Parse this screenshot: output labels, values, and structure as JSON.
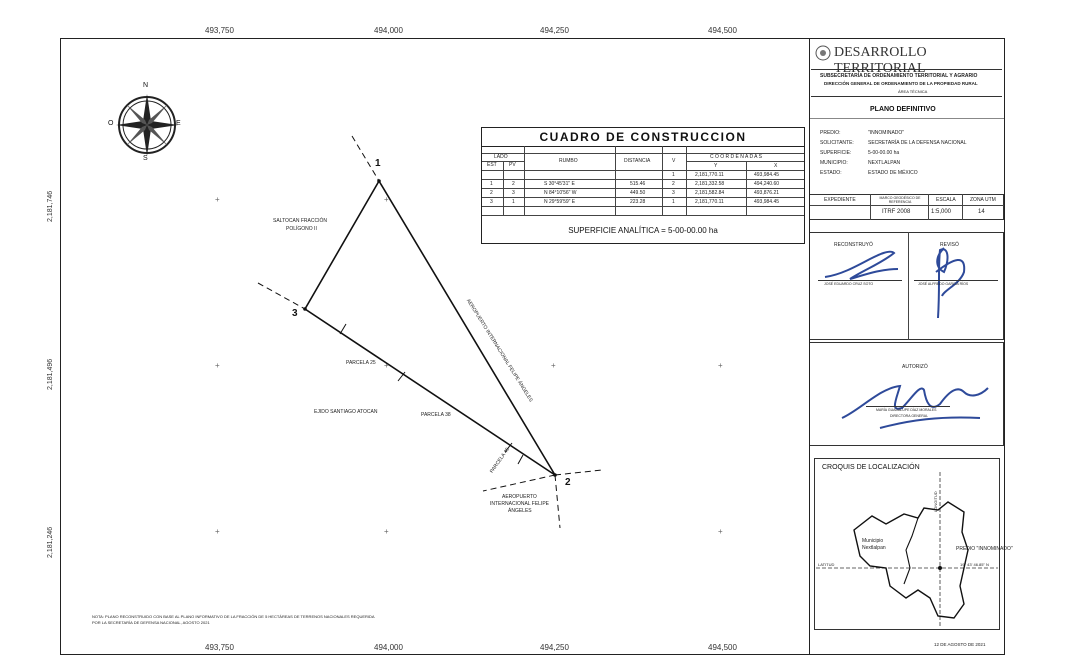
{
  "x_ticks_top": [
    "493,750",
    "494,000",
    "494,250",
    "494,500"
  ],
  "x_ticks_bottom": [
    "493,750",
    "494,000",
    "494,250",
    "494,500"
  ],
  "y_ticks": [
    "2,181,746",
    "2,181,496",
    "2,181,246"
  ],
  "compass": {
    "n": "N",
    "s": "S",
    "e": "E",
    "o": "O"
  },
  "vertices": {
    "v1": "1",
    "v2": "2",
    "v3": "3"
  },
  "map_labels": {
    "saltocan": "SALTOCAN FRACCIÓN",
    "poligono": "POLÍGONO II",
    "parcela25": "PARCELA 25",
    "ejido": "EJIDO SANTIAGO ATOCAN",
    "parcela38": "PARCELA 38",
    "parcela45": "PARCELA 45",
    "aero_diag": "AEROPUERTO INTERNACIONAL FELIPE ÁNGELES",
    "aero1": "AEROPUERTO",
    "aero2": "INTERNACIONAL FELIPE",
    "aero3": "ÁNGELES"
  },
  "table": {
    "title": "CUADRO DE CONSTRUCCION",
    "h_lado": "LADO",
    "h_est": "EST",
    "h_pv": "PV",
    "h_rumbo": "RUMBO",
    "h_distancia": "DISTANCIA",
    "h_v": "V",
    "h_coord": "C O O R D E N A D A S",
    "h_y": "Y",
    "h_x": "X",
    "first": {
      "v": "1",
      "y": "2,181,770.11",
      "x": "493,984.45"
    },
    "rows": [
      {
        "est": "1",
        "pv": "2",
        "rumbo": "S 30°45'31\" E",
        "dist": "515.46",
        "v": "2",
        "y": "2,181,332.58",
        "x": "494,240.60"
      },
      {
        "est": "2",
        "pv": "3",
        "rumbo": "N 84°10'56\" W",
        "dist": "449.50",
        "v": "3",
        "y": "2,181,582.84",
        "x": "493,876.21"
      },
      {
        "est": "3",
        "pv": "1",
        "rumbo": "N 29°59'59\" E",
        "dist": "223.28",
        "v": "1",
        "y": "2,181,770.11",
        "x": "493,984.45"
      }
    ],
    "superficie": "SUPERFICIE ANALÍTICA = 5-00-00.00 ha"
  },
  "side": {
    "logo": "DESARROLLO TERRITORIAL",
    "sub1": "SUBSECRETARÍA DE ORDENAMIENTO TERRITORIAL Y AGRARIO",
    "sub2": "DIRECCIÓN GENERAL DE ORDENAMIENTO DE LA PROPIEDAD RURAL",
    "sub3": "ÁREA TÉCNICA",
    "plano": "PLANO DEFINITIVO",
    "info": [
      {
        "k": "PREDIO:",
        "v": "\"INNOMINADO\""
      },
      {
        "k": "SOLICITANTE:",
        "v": "SECRETARÍA DE LA DEFENSA NACIONAL"
      },
      {
        "k": "SUPERFICIE:",
        "v": "5-00-00.00 ha"
      },
      {
        "k": "MUNICIPIO:",
        "v": "NEXTLALPAN"
      },
      {
        "k": "ESTADO:",
        "v": "ESTADO DE MÉXICO"
      }
    ],
    "meta_h": [
      "EXPEDIENTE",
      "MARCO GEODÉSICO DE REFERENCIA",
      "ESCALA",
      "ZONA UTM"
    ],
    "meta_v": [
      "",
      "ITRF 2008",
      "1:5,000",
      "14"
    ],
    "reconstruyo": "RECONSTRUYÓ",
    "reviso": "REVISÓ",
    "recon_name": "JOSÉ EDUARDO CRUZ SOTO",
    "rev_name": "JOSÉ ALFREDO GARCÍA RÍOS",
    "autorizo": "AUTORIZÓ",
    "aut_name": "MARÍA GUADALUPE DÍAZ MORALES",
    "aut_title": "DIRECTORA GENERAL",
    "croquis": "CROQUIS DE LOCALIZACIÓN",
    "mun1": "Municipio",
    "mun2": "Nextlalpan",
    "predio": "PREDIO \"INNOMINADO\"",
    "latitud": "LATITUD",
    "lat_val": "19° 43' 46.85\" N",
    "longitud": "LONGITUD",
    "fecha": "12 DE AGOSTO DE 2021"
  },
  "nota": "NOTA: PLANO RECONSTRUIDO CON BASE AL PLANO INFORMATIVO DE LA FRACCIÓN DE 5 HECTÁREAS DE TERRENOS NACIONALES REQUERIDA POR LA SECRETARÍA DE DEFENSA NACIONAL, AGOSTO 2021"
}
